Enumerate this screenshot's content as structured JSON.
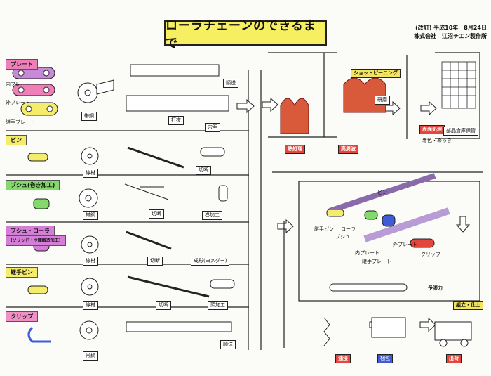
{
  "title": "ローラチェーンのできるまで",
  "credit": {
    "date": "(改訂) 平成10年　8月24日",
    "company": "株式会社　江沼チエン製作所"
  },
  "categories": {
    "plate": "プレート",
    "pin": "ピン",
    "bush": "ブシュ(巻き加工)",
    "bush_roller": "ブシュ・ローラ",
    "bush_roller_sub": "(ソリッド・冷間鍛造加工)",
    "joint_pin": "継手ピン",
    "clip": "クリップ"
  },
  "plate_labels": {
    "inner": "内プレート",
    "outer": "外プレート",
    "joint": "継手プレート"
  },
  "steps": {
    "band_steel_1": "帯鋼",
    "ship_1": "順送",
    "punch": "打抜",
    "hole": "穴明",
    "wire_1": "線材",
    "cut_1": "切断",
    "band_steel_2": "帯鋼",
    "cut_2": "切断",
    "rolling": "巻加工",
    "wire_2": "線材",
    "cut_3": "切断",
    "forming": "成形(ヨメダー)",
    "wire_3": "線材",
    "cut_4": "切断",
    "end_work": "頭加工",
    "band_steel_3": "帯鋼",
    "ship_2": "順送"
  },
  "heat": {
    "treat": "熱処理",
    "quench": "高周波",
    "wash": "ショットピーニング",
    "grind": "研磨",
    "surface": "表面処理",
    "coat": "着色・めっき",
    "storage": "部品倉庫保管"
  },
  "assembly": {
    "pin": "ピン",
    "bush": "ブシュ",
    "roller": "ローラ",
    "joint_pin": "継手ピン",
    "outer_plate": "外プレート",
    "inner_plate": "内プレート",
    "joint_plate": "継手プレート",
    "clip": "クリップ",
    "stretch": "予張力",
    "assemble": "組立・仕上"
  },
  "final": {
    "oil": "油浸",
    "pack": "梱包",
    "ship": "出荷"
  },
  "colors": {
    "title": "#f7ef62",
    "plate": "#ee7fb8",
    "pin": "#f5ec6b",
    "bush": "#83d96a",
    "bush_roller": "#d47ed8",
    "joint_pin": "#f5ec6b",
    "clip": "#f090c6",
    "red": "#e3463c",
    "blue": "#3f5bd6"
  }
}
